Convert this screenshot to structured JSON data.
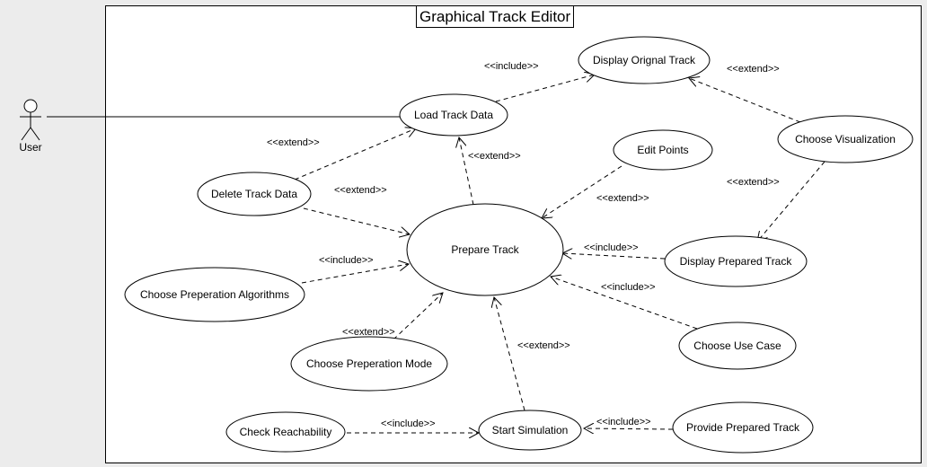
{
  "diagram": {
    "title": "Graphical Track Editor",
    "actor": {
      "name": "User"
    },
    "use_cases": [
      {
        "id": "load",
        "label": "Load Track Data"
      },
      {
        "id": "display_orig",
        "label": "Display Orignal Track"
      },
      {
        "id": "choose_vis",
        "label": "Choose Visualization"
      },
      {
        "id": "edit_points",
        "label": "Edit Points"
      },
      {
        "id": "delete",
        "label": "Delete Track Data"
      },
      {
        "id": "prepare",
        "label": "Prepare Track"
      },
      {
        "id": "display_prep",
        "label": "Display Prepared Track"
      },
      {
        "id": "choose_alg",
        "label": "Choose Preperation Algorithms"
      },
      {
        "id": "choose_mode",
        "label": "Choose  Preperation Mode"
      },
      {
        "id": "choose_usecase",
        "label": "Choose Use Case"
      },
      {
        "id": "check_reach",
        "label": "Check Reachability"
      },
      {
        "id": "start_sim",
        "label": "Start Simulation"
      },
      {
        "id": "provide_prep",
        "label": "Provide Prepared Track"
      }
    ],
    "relations": [
      {
        "from": "load",
        "to": "display_orig",
        "label": "<<include>>"
      },
      {
        "from": "choose_vis",
        "to": "display_orig",
        "label": "<<extend>>"
      },
      {
        "from": "delete",
        "to": "load",
        "label": "<<extend>>"
      },
      {
        "from": "prepare",
        "to": "load",
        "label": "<<extend>>"
      },
      {
        "from": "delete",
        "to": "prepare",
        "label": "<<extend>>"
      },
      {
        "from": "edit_points",
        "to": "prepare",
        "label": "<<extend>>"
      },
      {
        "from": "choose_vis",
        "to": "display_prep",
        "label": "<<extend>>"
      },
      {
        "from": "display_prep",
        "to": "prepare",
        "label": "<<include>>"
      },
      {
        "from": "choose_alg",
        "to": "prepare",
        "label": "<<include>>"
      },
      {
        "from": "choose_usecase",
        "to": "prepare",
        "label": "<<include>>"
      },
      {
        "from": "choose_mode",
        "to": "prepare",
        "label": "<<extend>>"
      },
      {
        "from": "start_sim",
        "to": "prepare",
        "label": "<<extend>>"
      },
      {
        "from": "check_reach",
        "to": "start_sim",
        "label": "<<include>>"
      },
      {
        "from": "provide_prep",
        "to": "start_sim",
        "label": "<<include>>"
      }
    ]
  }
}
